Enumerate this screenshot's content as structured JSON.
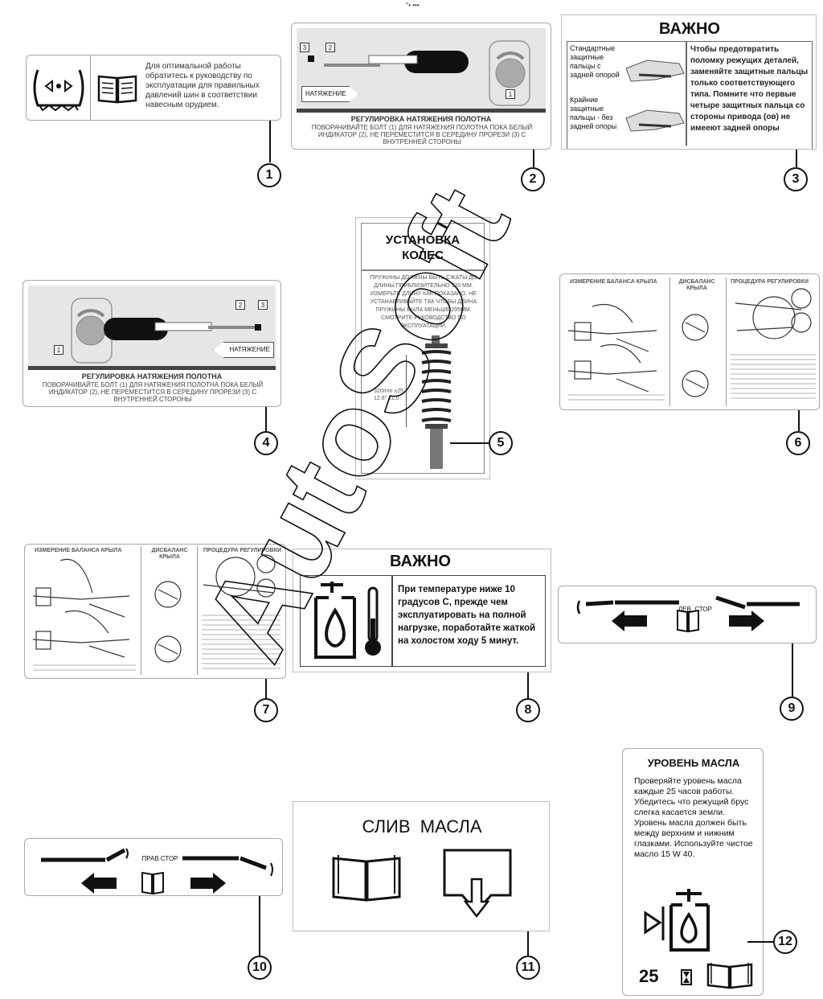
{
  "top_mark": "°• •••",
  "watermark": "AutoSoft",
  "callouts": [
    "1",
    "2",
    "3",
    "4",
    "5",
    "6",
    "7",
    "8",
    "9",
    "10",
    "11",
    "12"
  ],
  "decal1": {
    "text": "Для оптимальной работы обратитесь к руководству по эксплуатации для правильных давлений шин в соответствии навесным орудием."
  },
  "decal2": {
    "tags": [
      "3",
      "2",
      "1"
    ],
    "arrow_label": "НАТЯЖЕНИЕ",
    "title": "РЕГУЛИРОВКА НАТЯЖЕНИЯ ПОЛОТНА",
    "text": "ПОВОРАЧИВАЙТЕ БОЛТ (1) ДЛЯ НАТЯЖЕНИЯ ПОЛОТНА ПОКА БЕЛЫЙ ИНДИКАТОР (2), НЕ ПЕРЕМЕСТИТСЯ В СЕРЕДИНУ ПРОРЕЗИ (3) С ВНУТРЕННЕЙ СТОРОНЫ"
  },
  "decal3": {
    "title": "ВАЖНО",
    "label_standard": "Стандартные защитные пальцы с задней опорой",
    "label_end": "Крайние защитные пальцы - без задней опоры",
    "text": "Чтобы предотвратить поломку режущих деталей, заменяйте защитные пальцы только соответствующего типа. Помните что первые четыре защитных пальца со стороны привода (ов) не имееют задней опоры"
  },
  "decal4": {
    "tags": [
      "1",
      "2",
      "3"
    ],
    "arrow_label": "НАТЯЖЕНИЕ",
    "title": "РЕГУЛИРОВКА НАТЯЖЕНИЯ ПОЛОТНА",
    "text": "ПОВОРАЧИВАЙТЕ БОЛТ (1) ДЛЯ НАТЯЖЕНИЯ ПОЛОТНА ПОКА БЕЛЫЙ ИНДИКАТОР (2), НЕ ПЕРЕМЕСТИТСЯ В СЕРЕДИНУ ПРОРЕЗИ (3) С ВНУТРЕННЕЙ СТОРОНЫ"
  },
  "decal5": {
    "title": "УСТАНОВКА КОЛЕС",
    "text": "ПРУЖИНЫ ДОЛЖНЫ БЫТЬ СЖАТЫ ДО ДЛИНЫ ПРИБЛИЗИТЕЛЬНО 320 ММ. ИЗМЕРЬТЕ ДЛИНУ КАК ПОКАЗАНО. НЕ УСТАНАВЛИВАЙТЕ ТАК ЧТОБЫ ДЛИНА ПРУЖИНЫ БЫЛА МЕНЬШЕ 295ММ. СМОТРИТЕ РУКОВОДСТВО ПО ЭКСПЛУАТАЦИИ.",
    "dim1": "320mm ±25",
    "dim2": "12.6\" ±1.0"
  },
  "decal6": {
    "h1": "ИЗМЕРЕНИЕ БАЛАНСА КРЫЛА",
    "h2": "ДИСБАЛАНС КРЫЛА",
    "h3": "ПРОЦЕДУРА РЕГУЛИРОВКИ"
  },
  "decal7": {
    "h1": "ИЗМЕРЕНИЕ БАЛАНСА КРЫЛА",
    "h2": "ДИСБАЛАНС КРЫЛА",
    "h3": "ПРОЦЕДУРА РЕГУЛИРОВКИ"
  },
  "decal8": {
    "title": "ВАЖНО",
    "text": "При температуре ниже 10 градусов С, прежде чем эксплуатировать на полной нагрузке, поработайте жаткой на холостом ходу 5 минут."
  },
  "decal9": {
    "label": "ЛЕВ. СТОР"
  },
  "decal10": {
    "label": "ПРАВ.СТОР"
  },
  "decal11": {
    "title": "СЛИВ  МАСЛА"
  },
  "decal12": {
    "title": "УРОВЕНЬ МАСЛА",
    "text": "Проверяйте уровень масла каждые 25 часов работы. Убедитесь что режущий брус слегка касается земли. Уровень масла должен быть между верхним и нижним глазками. Используйте чистое масло 15 W 40.",
    "hours": "25"
  }
}
